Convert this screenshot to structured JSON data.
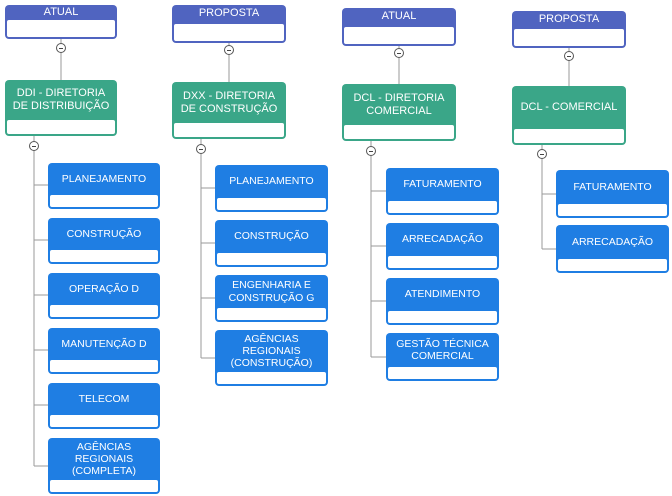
{
  "columns": [
    {
      "status": "ATUAL",
      "title": "DDI - DIRETORIA DE DISTRIBUIÇÃO",
      "children": [
        "PLANEJAMENTO",
        "CONSTRUÇÃO",
        "OPERAÇÃO D",
        "MANUTENÇÃO D",
        "TELECOM",
        "AGÊNCIAS REGIONAIS (COMPLETA)"
      ]
    },
    {
      "status": "PROPOSTA",
      "title": "DXX - DIRETORIA DE CONSTRUÇÃO",
      "children": [
        "PLANEJAMENTO",
        "CONSTRUÇÃO",
        "ENGENHARIA E CONSTRUÇÃO G",
        "AGÊNCIAS REGIONAIS (CONSTRUÇÃO)"
      ]
    },
    {
      "status": "ATUAL",
      "title": "DCL - DIRETORIA COMERCIAL",
      "children": [
        "FATURAMENTO",
        "ARRECADAÇÃO",
        "ATENDIMENTO",
        "GESTÃO TÉCNICA COMERCIAL"
      ]
    },
    {
      "status": "PROPOSTA",
      "title": "DCL - COMERCIAL",
      "children": [
        "FATURAMENTO",
        "ARRECADAÇÃO"
      ]
    }
  ],
  "colors": {
    "status_box": "#5064c0",
    "director_box": "#3aa688",
    "unit_box": "#1f7ee3",
    "connector": "#9a9a9a"
  },
  "icons": {
    "toggle": "collapse-minus-icon"
  }
}
